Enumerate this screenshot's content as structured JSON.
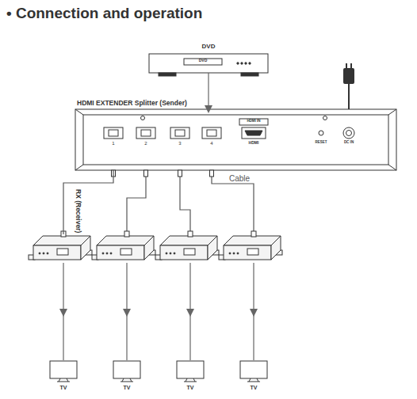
{
  "diagram": {
    "title": "• Connection and operation",
    "nodes": [
      {
        "text": [
          "DVD"
        ]
      },
      {
        "text": [
          "HDMI EXTENDER Splitter (Sender)"
        ]
      },
      {
        "text": [
          "RX (Receiver)"
        ]
      },
      {
        "text": [
          "TV"
        ]
      },
      {
        "text": [
          "TV"
        ]
      },
      {
        "text": [
          "TV"
        ]
      },
      {
        "text": [
          "TV"
        ]
      }
    ],
    "edges": [
      {
        "from": 0,
        "to": 1,
        "arrow": "to"
      },
      {
        "from": 1,
        "to": 2,
        "arrow": "none"
      },
      {
        "from": 2,
        "to": 3,
        "arrow": "to"
      }
    ],
    "labels": [
      "DVD",
      "HDMI IN",
      "1",
      "2",
      "3",
      "4",
      "HDMI",
      "RESET",
      "DC IN",
      "Cable"
    ]
  }
}
